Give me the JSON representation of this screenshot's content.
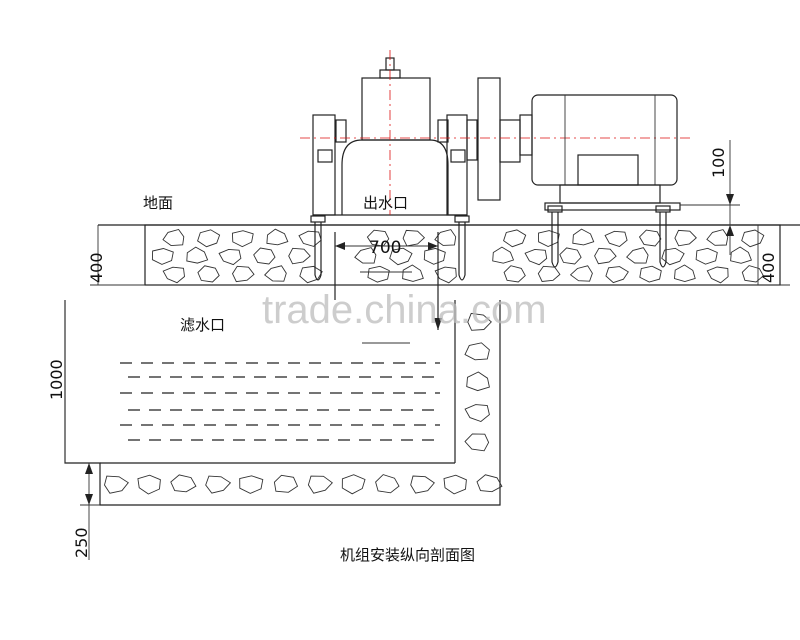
{
  "labels": {
    "ground": "地面",
    "outlet": "出水口",
    "inlet": "滤水口",
    "caption": "机组安装纵向剖面图"
  },
  "dimensions": {
    "width_700": "700",
    "left_400": "400",
    "right_400": "400",
    "motor_100": "100",
    "depth_1000": "1000",
    "base_250": "250"
  },
  "watermark": "trade.china.com"
}
